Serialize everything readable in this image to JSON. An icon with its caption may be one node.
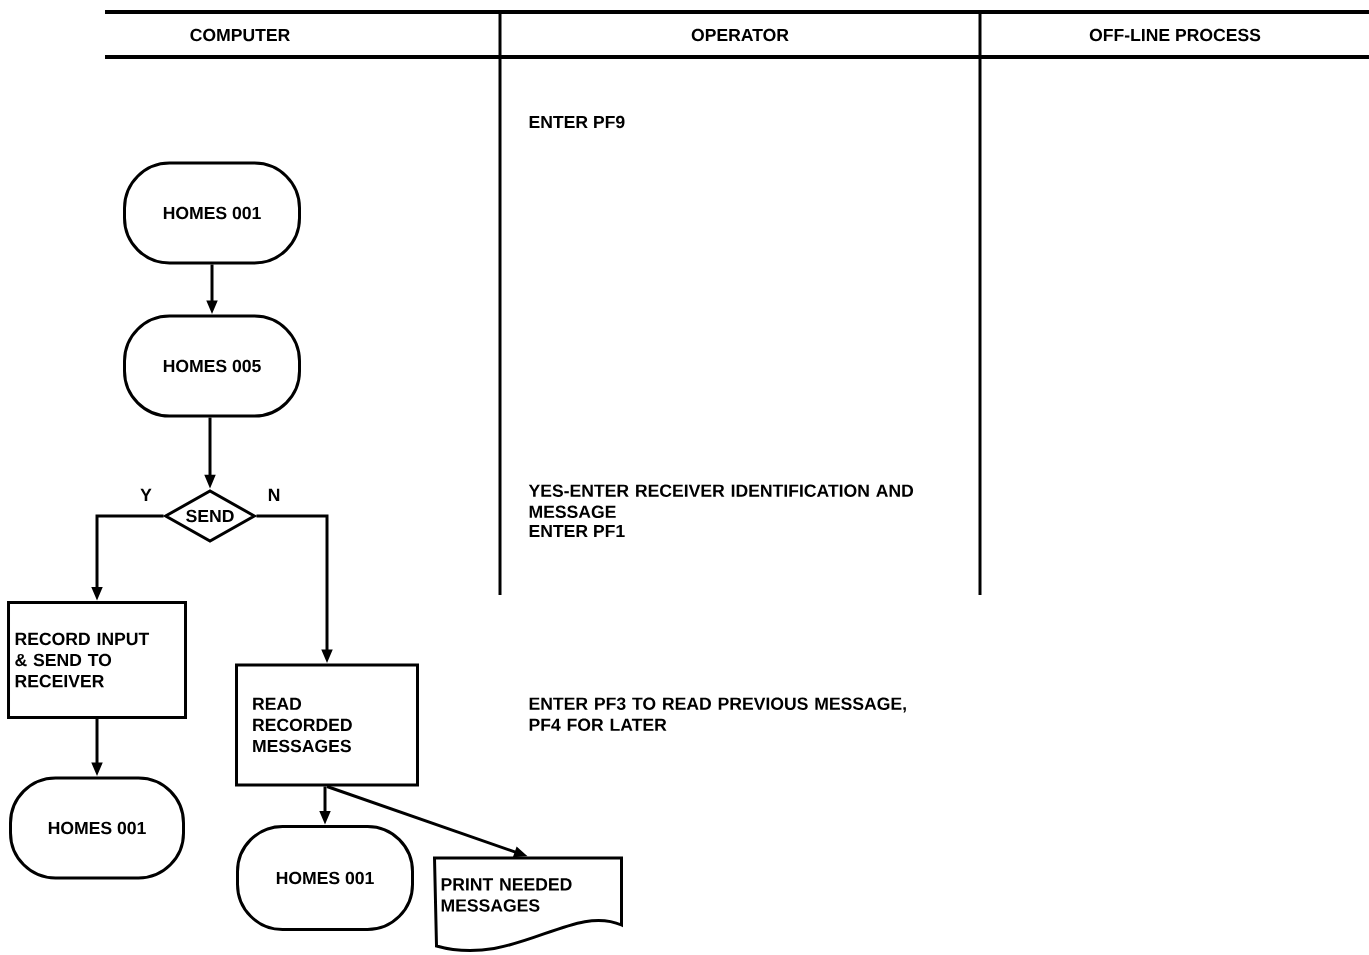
{
  "diagram": {
    "nodes": [
      {
        "text": [
          "HOMES 001"
        ]
      },
      {
        "text": [
          "HOMES 005"
        ]
      },
      {
        "text": [
          "SEND"
        ]
      },
      {
        "text": [
          "RECORD INPUT & SEND TO RECEIVER"
        ]
      },
      {
        "text": [
          "HOMES 001"
        ]
      },
      {
        "text": [
          "READ RECORDED MESSAGES"
        ]
      },
      {
        "text": [
          "HOMES 001"
        ]
      },
      {
        "text": [
          "PRINT NEEDED MESSAGES"
        ]
      }
    ],
    "edges": [
      {
        "from": 0,
        "to": 1,
        "arrow": "to"
      },
      {
        "from": 1,
        "to": 2,
        "arrow": "to"
      },
      {
        "from": 2,
        "to": 3,
        "arrow": "to",
        "label": "Y"
      },
      {
        "from": 2,
        "to": 5,
        "arrow": "to",
        "label": "N"
      },
      {
        "from": 3,
        "to": 4,
        "arrow": "to"
      },
      {
        "from": 5,
        "to": 6,
        "arrow": "to"
      },
      {
        "from": 5,
        "to": 7,
        "arrow": "to"
      }
    ],
    "labels": [
      "COMPUTER",
      "OPERATOR",
      "OFF-LINE PROCESS",
      "ENTER PF9",
      "YES-ENTER RECEIVER IDENTIFICATION AND MESSAGE",
      "ENTER PF1",
      "ENTER PF3 TO READ PREVIOUS MESSAGE, PF4 FOR LATER"
    ]
  }
}
